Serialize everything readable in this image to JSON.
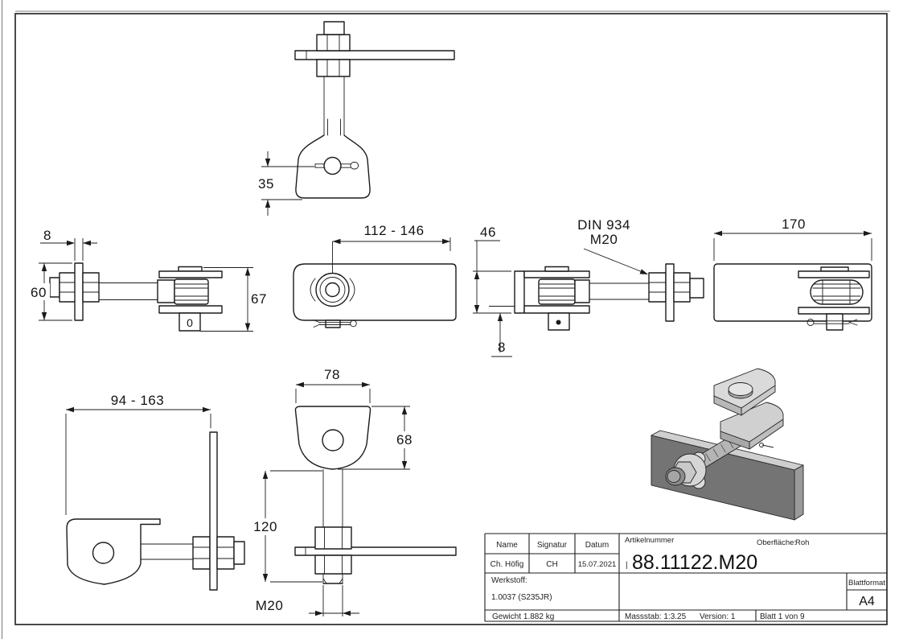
{
  "sheet": {
    "bg": "#ffffff",
    "line_color": "#1b1b1b",
    "frame_color": "#2b2b2b",
    "shadow_color": "#aaaaaa"
  },
  "dims": {
    "d35": "35",
    "d8_left": "8",
    "d60": "60",
    "d0": "0",
    "d67": "67",
    "d112_146": "112 - 146",
    "d46": "46",
    "din_line1": "DIN 934",
    "din_line2": "M20",
    "d8_right": "8",
    "d170": "170",
    "d94_163": "94 - 163",
    "d78": "78",
    "d68": "68",
    "d120": "120",
    "m20": "M20"
  },
  "title_block": {
    "col_name": "Name",
    "col_signatur": "Signatur",
    "col_datum": "Datum",
    "val_name": "Ch. Höfig",
    "val_signatur": "CH",
    "val_datum": "15.07.2021",
    "artikelnummer_label": "Artikelnummer",
    "artikelnummer_prefix": "|",
    "artikelnummer": "88.11122.M20",
    "oberflaeche_label": "Oberfläche:",
    "oberflaeche_value": "Roh",
    "werkstoff_label": "Werkstoff:",
    "werkstoff_value": "1.0037 (S235JR)",
    "gewicht": "Gewicht 1.882 kg",
    "massstab": "Massstab: 1:3.25",
    "version": "Version: 1",
    "blatt": "Blatt 1 von 9",
    "blattformat_label": "Blattformat",
    "blattformat_value": "A4"
  }
}
